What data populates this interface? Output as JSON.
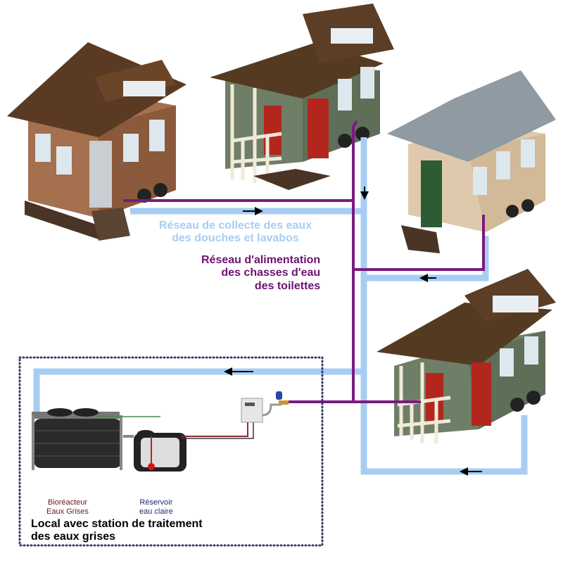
{
  "labels": {
    "collect_network": "Réseau de collecte des eaux\ndes douches et lavabos",
    "feed_network": "Réseau d'alimentation\ndes chasses d'eau\ndes toilettes",
    "bioreactor": "Bioréacteur\nEaux Grises",
    "reservoir": "Réservoir\neau claire",
    "local_station": "Local avec station de traitement\ndes eaux grises"
  },
  "colors": {
    "grey_water_pipe": "#a7cdf3",
    "flush_supply_pipe": "#7a1a80",
    "station_border": "#3a3a6a"
  }
}
